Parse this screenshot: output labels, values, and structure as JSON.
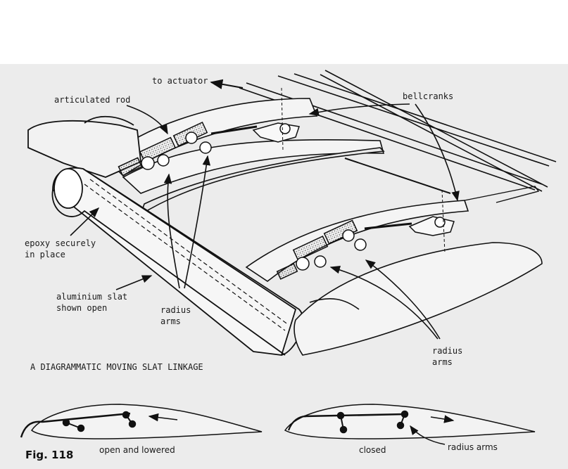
{
  "labels": {
    "to_actuator": "to actuator",
    "articulated_rod": "articulated rod",
    "bellcranks": "bellcranks",
    "epoxy_line1": "epoxy securely",
    "epoxy_line2": "in place",
    "slat_line1": "aluminium slat",
    "slat_line2": "shown open",
    "radius_arms_left_1": "radius",
    "radius_arms_left_2": "arms",
    "radius_arms_right_1": "radius",
    "radius_arms_right_2": "arms",
    "title": "A DIAGRAMMATIC MOVING SLAT LINKAGE",
    "fig_number": "Fig. 118",
    "open_caption": "open and lowered",
    "closed_caption": "closed",
    "radius_arms_bottom": "radius arms"
  }
}
